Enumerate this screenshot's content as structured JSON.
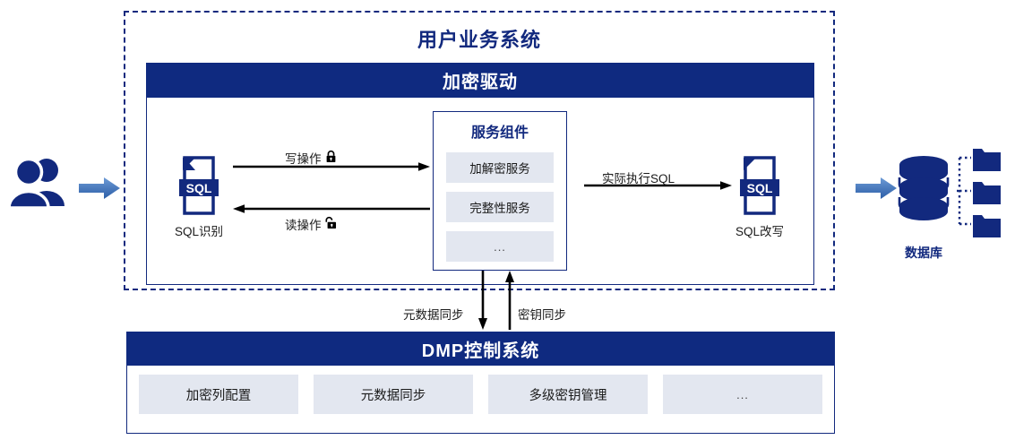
{
  "user_system": {
    "title": "用户业务系统"
  },
  "driver": {
    "header": "加密驱动",
    "left_node": {
      "icon": "sql-file-icon",
      "badge": "SQL",
      "caption": "SQL识别"
    },
    "right_node": {
      "icon": "sql-file-icon",
      "badge": "SQL",
      "caption": "SQL改写"
    },
    "flows": [
      {
        "label": "写操作",
        "icon": "lock-closed-icon",
        "direction": "right"
      },
      {
        "label": "读操作",
        "icon": "lock-open-icon",
        "direction": "left"
      },
      {
        "label": "实际执行SQL",
        "direction": "right"
      }
    ]
  },
  "service_box": {
    "title": "服务组件",
    "items": [
      {
        "label": "加解密服务"
      },
      {
        "label": "完整性服务"
      },
      {
        "label": "..."
      }
    ]
  },
  "sync": {
    "down": {
      "label": "元数据同步",
      "direction": "down"
    },
    "up": {
      "label": "密钥同步",
      "direction": "up"
    }
  },
  "dmp": {
    "header": "DMP控制系统",
    "tiles": [
      {
        "label": "加密列配置"
      },
      {
        "label": "元数据同步"
      },
      {
        "label": "多级密钥管理"
      },
      {
        "label": "..."
      }
    ]
  },
  "endpoints": {
    "users": {
      "icon": "users-group-icon"
    },
    "database": {
      "icon": "database-cylinder-icon",
      "caption": "数据库"
    },
    "folders": {
      "icon": "folder-icon",
      "count": 3
    },
    "arrow_in": {
      "icon": "block-arrow-right-icon"
    },
    "arrow_out": {
      "icon": "block-arrow-right-icon"
    }
  },
  "colors": {
    "navy": "#0f2a80",
    "navy_text": "#12297e",
    "tile_bg": "#e3e7f0",
    "arrow_blue_light": "#5b8ac9",
    "arrow_blue_dark": "#2c5fa8",
    "line_black": "#000000"
  }
}
